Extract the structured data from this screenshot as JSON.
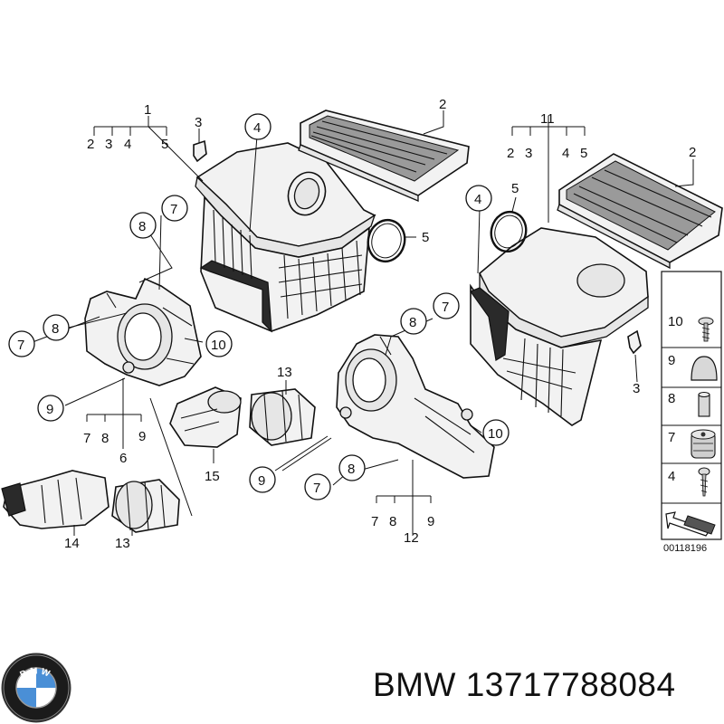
{
  "callouts": {
    "c1": "1",
    "c2a": "2",
    "c3a": "3",
    "c4a": "4",
    "c5a": "5",
    "c3b": "3",
    "c2b": "2",
    "c4b": "4",
    "c8a": "8",
    "c7a": "7",
    "c5b": "5",
    "c8b": "8",
    "c7b": "7",
    "c10a": "10",
    "c9a": "9",
    "c7c": "7",
    "c8c": "8",
    "c9c": "9",
    "c6": "6",
    "c13a": "13",
    "c15": "15",
    "c14": "14",
    "c13b": "13",
    "c11": "11",
    "c2c": "2",
    "c3c": "3",
    "c4c": "4",
    "c5c": "5",
    "c2d": "2",
    "c4d": "4",
    "c5d": "5",
    "c8d": "8",
    "c7d": "7",
    "c3d": "3",
    "c10b": "10",
    "c9b": "9",
    "c8e": "8",
    "c7e": "7",
    "c7f": "7",
    "c8f": "8",
    "c9f": "9",
    "c12": "12"
  },
  "legend": {
    "items": [
      {
        "num": "10",
        "icon": "screw-icon"
      },
      {
        "num": "9",
        "icon": "rubber-cap-icon"
      },
      {
        "num": "8",
        "icon": "bushing-icon"
      },
      {
        "num": "7",
        "icon": "grommet-icon"
      },
      {
        "num": "4",
        "icon": "tapping-screw-icon"
      }
    ],
    "arrow_icon": "pointer-arrow-icon"
  },
  "diagram_code": "00118196",
  "brand": {
    "logo_text": "BMW",
    "caption": "BMW 13717788084"
  }
}
